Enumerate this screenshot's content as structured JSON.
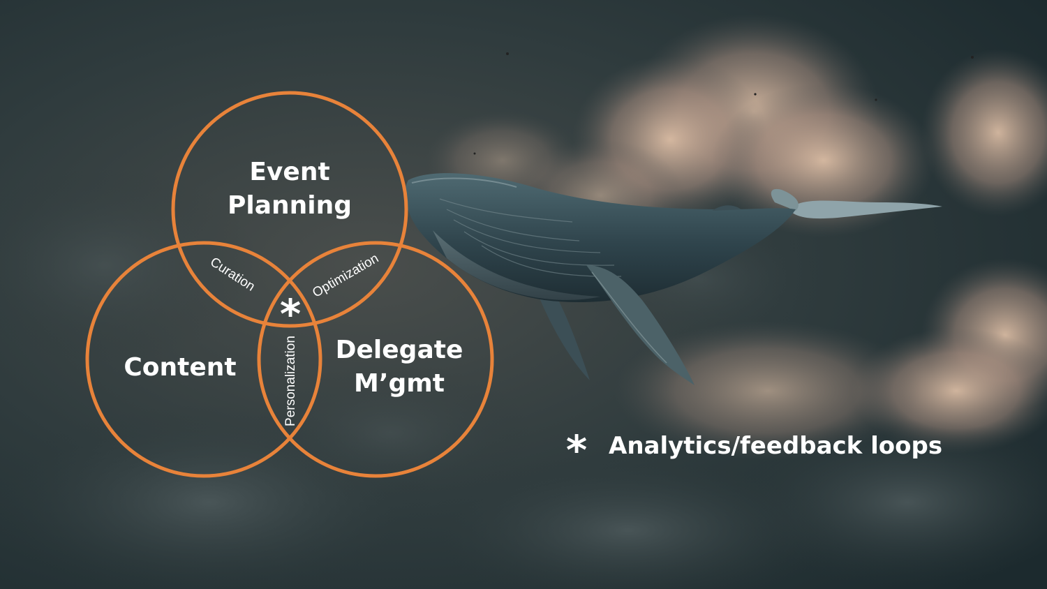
{
  "diagram": {
    "circles": [
      {
        "id": "top",
        "line1": "Event",
        "line2": "Planning"
      },
      {
        "id": "left",
        "line1": "Content"
      },
      {
        "id": "right",
        "line1": "Delegate",
        "line2": "M’gmt"
      }
    ],
    "overlaps": {
      "top_left": "Curation",
      "top_right": "Optimization",
      "left_right": "Personalization",
      "center": "*"
    },
    "stroke_color": "#e8833a"
  },
  "legend": {
    "symbol": "*",
    "text": "Analytics/feedback loops"
  },
  "background": {
    "subject": "whale-in-clouds",
    "sky_color": "#2c3c40",
    "cloud_color": "#d8b8a0"
  }
}
